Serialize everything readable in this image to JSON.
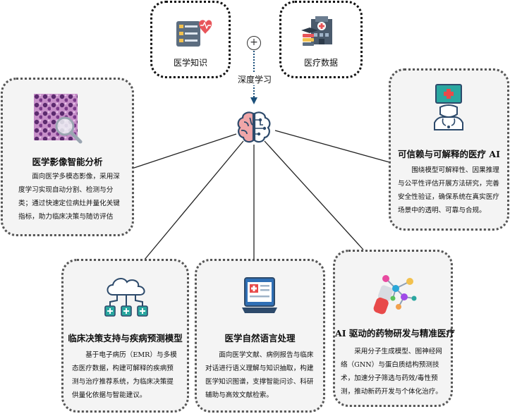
{
  "top": {
    "medical_knowledge": "医学知识",
    "medical_data": "医疗数据",
    "plus_symbol": "+",
    "deep_learning": "深度学习"
  },
  "cards": {
    "imaging": {
      "title": "医学影像智能分析",
      "desc": "面向医学多模态影像，采用深度学习实现自动分割、检测与分类；通过快速定位病灶并量化关键指标，助力临床决策与随访评估"
    },
    "trust": {
      "title": "可信赖与可解释的医疗 AI",
      "desc": "围绕模型可解释性、因果推理与公平性评估开展方法研究，完善安全性验证，确保系统在真实医疗场景中的透明、可靠与合规。"
    },
    "clinical": {
      "title": "临床决策支持与疾病预测模型",
      "desc": "基于电子病历（EMR）与多模态医疗数据，构建可解释的疾病预测与治疗推荐系统，为临床决策提供量化依据与智能建议。"
    },
    "nlp": {
      "title": "医学自然语言处理",
      "desc": "面向医学文献、病例报告与临床对话进行语义理解与知识抽取，构建医学知识图谱，支撑智能问诊、科研辅助与高效文献检索。"
    },
    "drug": {
      "title": "AI 驱动的药物研发与精准医疗",
      "desc": "采用分子生成模型、图神经网络（GNN）与蛋白质结构预测技术，加速分子筛选与药效/毒性预测，推动新药开发与个体化治疗。"
    }
  },
  "icons": [
    "checklist-heart-icon",
    "hospital-data-icon",
    "brain-icon",
    "microscope-image-icon",
    "doctor-monitor-icon",
    "cloud-network-icon",
    "medical-record-icon",
    "molecule-capsule-icon"
  ],
  "colors": {
    "brain_red": "#e8555a",
    "brain_blue": "#2d4a6b",
    "teal": "#2aa7a0",
    "record_red": "#e84a4a"
  }
}
